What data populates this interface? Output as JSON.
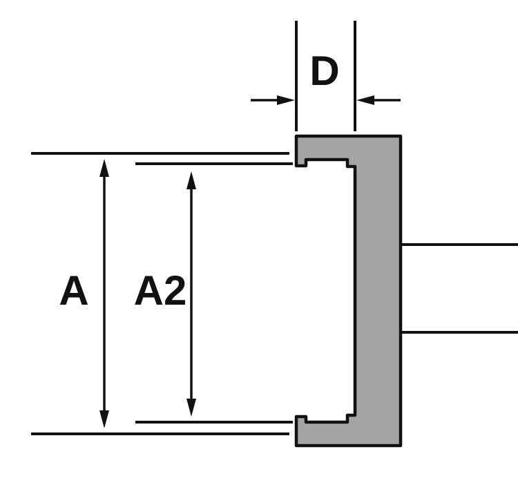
{
  "diagram": {
    "type": "technical-cross-section-dimension-drawing",
    "labels": {
      "A": "A",
      "A2": "A2",
      "D": "D"
    },
    "colors": {
      "part_fill": "#a5a5a5",
      "line": "#111111",
      "background": "#ffffff"
    }
  }
}
